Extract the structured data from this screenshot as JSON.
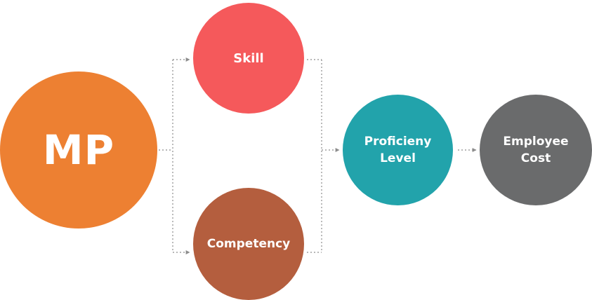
{
  "diagram": {
    "nodes": [
      {
        "id": "mp",
        "label": "MP",
        "color": "#ed8032"
      },
      {
        "id": "skill",
        "label": "Skill",
        "color": "#f5595b"
      },
      {
        "id": "competency",
        "label": "Competency",
        "color": "#b45e3e"
      },
      {
        "id": "proficiency",
        "label": "Proficieny Level",
        "color": "#22a3ab"
      },
      {
        "id": "employee_cost",
        "label": "Employee Cost",
        "color": "#6a6b6c"
      }
    ],
    "edges": [
      {
        "from": "mp",
        "to": "skill"
      },
      {
        "from": "mp",
        "to": "competency"
      },
      {
        "from": "skill",
        "to": "proficiency"
      },
      {
        "from": "competency",
        "to": "proficiency"
      },
      {
        "from": "proficiency",
        "to": "employee_cost"
      }
    ],
    "connector_color": "#8c8c8c",
    "connector_style": "dotted"
  }
}
